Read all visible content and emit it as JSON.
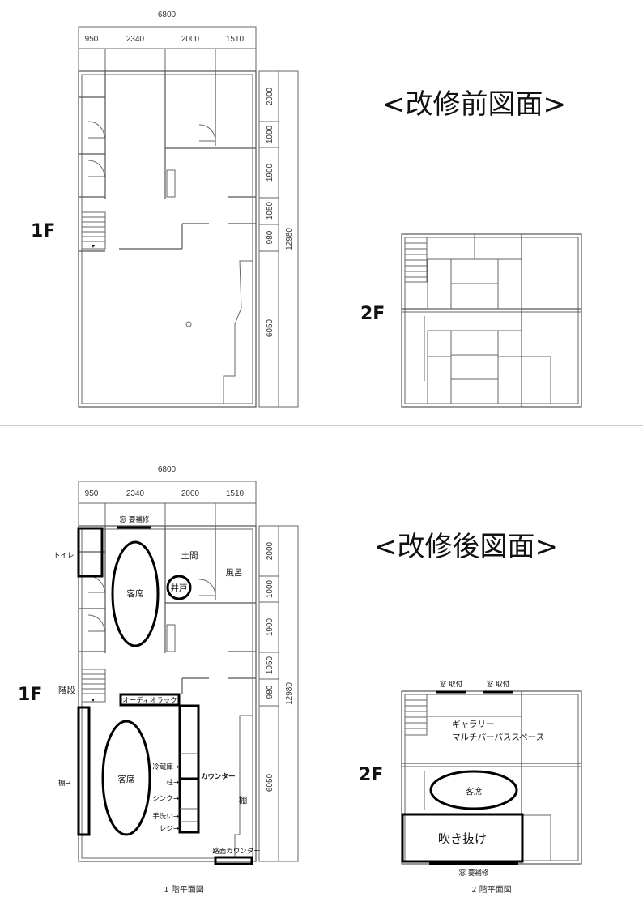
{
  "before": {
    "heading": "<改修前図面>",
    "floor1_label": "1F",
    "floor2_label": "2F",
    "dims_top": {
      "total": "6800",
      "segments": [
        "950",
        "2340",
        "2000",
        "1510"
      ]
    },
    "dims_right": {
      "segments": [
        "2000",
        "1000",
        "1900",
        "1050",
        "980",
        "6050"
      ],
      "total": "12980"
    }
  },
  "after": {
    "heading": "<改修後図面>",
    "floor1_label": "1F",
    "floor2_label": "2F",
    "dims_top": {
      "total": "6800",
      "segments": [
        "950",
        "2340",
        "2000",
        "1510"
      ]
    },
    "dims_right": {
      "segments": [
        "2000",
        "1000",
        "1900",
        "1050",
        "980",
        "6050"
      ],
      "total": "12980"
    },
    "floor1_labels": {
      "window_repair": "窓 要補修",
      "toilet": "トイレ",
      "doma": "土間",
      "bath": "風呂",
      "well": "井戸",
      "seats_upper": "客席",
      "stairs": "階段",
      "audio_rack": "オーディオラック",
      "shelf_left": "棚→",
      "seats_lower": "客席",
      "fridge": "冷蔵庫→",
      "pillar": "柱→",
      "sink": "シンク→",
      "handwash": "手洗い→",
      "register": "レジ→",
      "counter": "カウンター",
      "shelf_right": "棚",
      "front_counter": "路面カウンター"
    },
    "floor2_labels": {
      "window1": "窓 取付",
      "window2": "窓 取付",
      "gallery": "ギャラリー",
      "multipurpose": "マルチパーパススペース",
      "seats": "客席",
      "void": "吹き抜け",
      "window_repair": "窓 要補修"
    },
    "caption_1f": "1 階平面図",
    "caption_2f": "2 階平面図"
  }
}
